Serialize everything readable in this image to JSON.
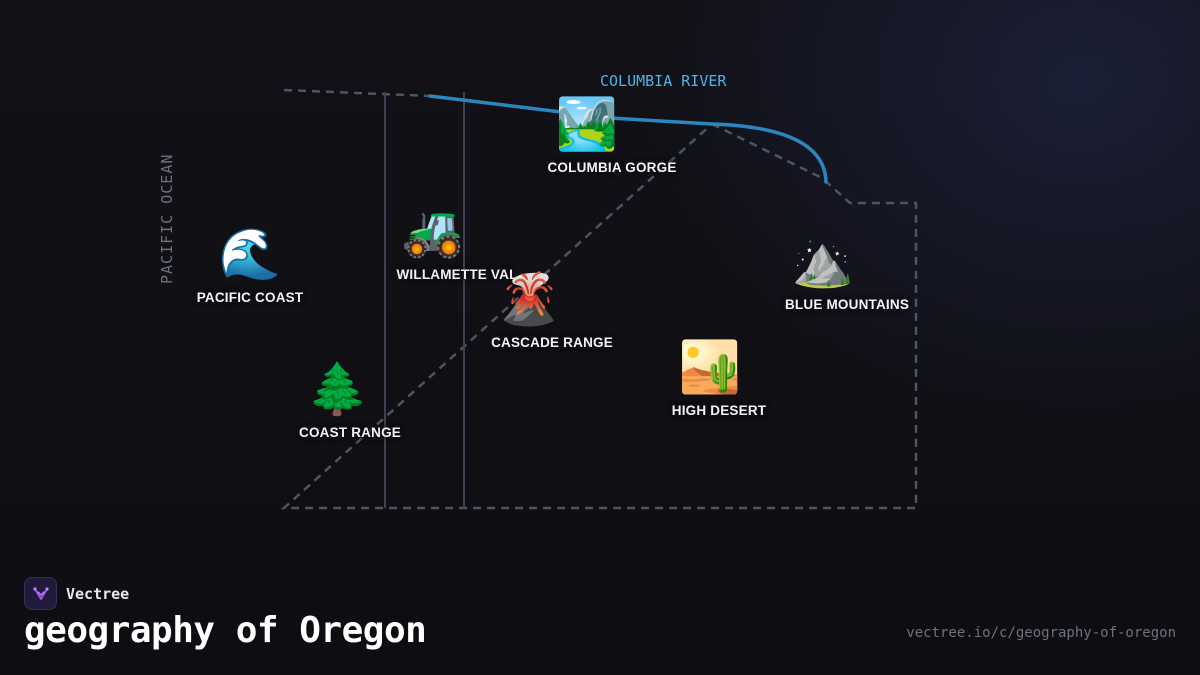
{
  "map": {
    "river_label": "COLUMBIA RIVER",
    "ocean_label": "PACIFIC OCEAN",
    "colors": {
      "border": "#4b5563",
      "river": "#2a86bf",
      "river_label": "#4fb3e6",
      "background": "#0f0f14"
    }
  },
  "regions": [
    {
      "emoji": "🌊",
      "label": "PACIFIC COAST",
      "icon": "wave-icon"
    },
    {
      "emoji": "🚜",
      "label": "WILLAMETTE VAL",
      "icon": "tractor-icon"
    },
    {
      "emoji": "🏞️",
      "label": "COLUMBIA GORGE",
      "icon": "national-park-icon"
    },
    {
      "emoji": "🌋",
      "label": "CASCADE RANGE",
      "icon": "volcano-icon"
    },
    {
      "emoji": "⛰️",
      "label": "BLUE MOUNTAINS",
      "icon": "mountain-icon"
    },
    {
      "emoji": "🌲",
      "label": "COAST RANGE",
      "icon": "evergreen-tree-icon"
    },
    {
      "emoji": "🏜️",
      "label": "HIGH DESERT",
      "icon": "desert-icon"
    }
  ],
  "brand": {
    "name": "Vectree",
    "logo_icon": "vectree-logo-icon"
  },
  "title": "geography of Oregon",
  "url": "vectree.io/c/geography-of-oregon"
}
